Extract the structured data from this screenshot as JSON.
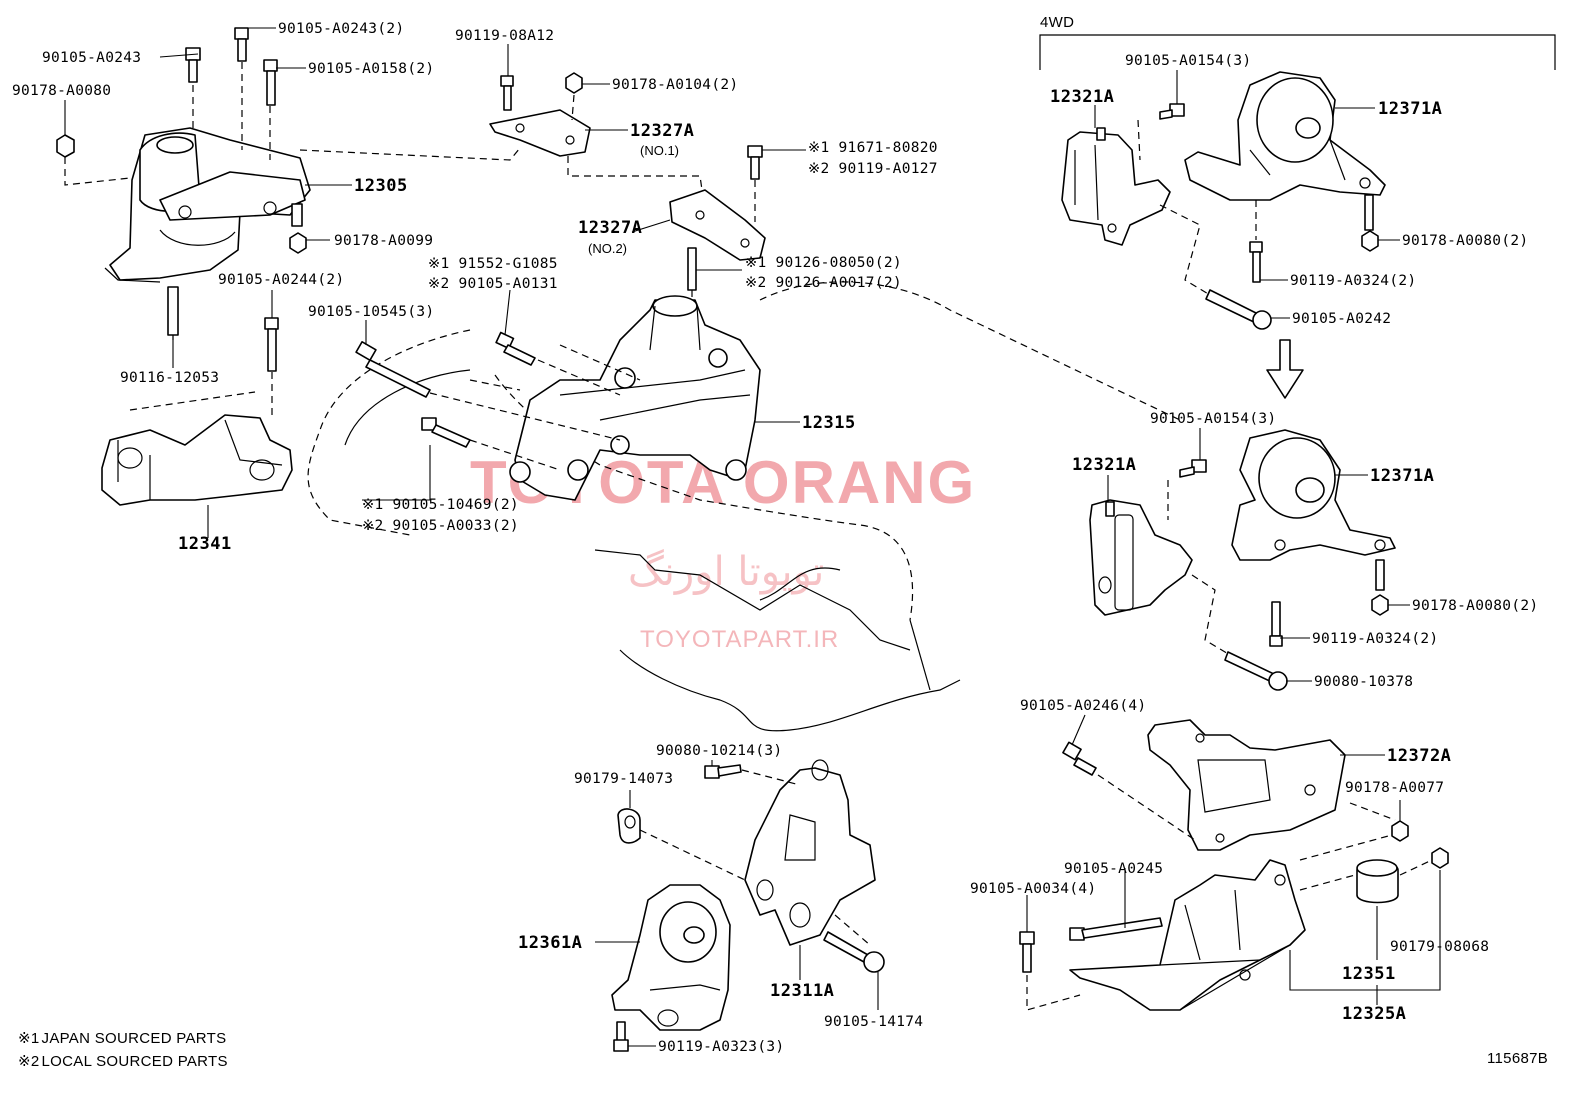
{
  "diagram": {
    "section_label": "4WD",
    "drawing_code": "115687B",
    "watermark": {
      "brand": "TOYOTA ORANG",
      "persian": "تویوتا اورنگ",
      "site": "TOYOTAPART.IR"
    },
    "notes": [
      {
        "mark": "※1",
        "text": "JAPAN SOURCED PARTS"
      },
      {
        "mark": "※2",
        "text": "LOCAL SOURCED PARTS"
      }
    ],
    "callouts": {
      "c01": "90105-A0243(2)",
      "c02": "90105-A0243",
      "c03": "90105-A0158(2)",
      "c04": "90178-A0080",
      "c05": "90119-08A12",
      "c06": "90178-A0104(2)",
      "c07": "12327A",
      "c07b": "(NO.1)",
      "c08": "12305",
      "c09": "※1 91671-80820",
      "c10": "※2 90119-A0127",
      "c11": "90178-A0099",
      "c12": "12327A",
      "c12b": "(NO.2)",
      "c13": "90105-A0244(2)",
      "c14": "※1 91552-G1085",
      "c15": "※2 90105-A0131",
      "c16": "※1 90126-08050(2)",
      "c17": "※2 90126-A0017(2)",
      "c18": "90105-10545(3)",
      "c19": "90116-12053",
      "c20": "12315",
      "c21": "12341",
      "c22": "※1 90105-10469(2)",
      "c23": "※2 90105-A0033(2)",
      "c24": "90105-A0154(3)",
      "c25": "12321A",
      "c26": "12371A",
      "c27": "90178-A0080(2)",
      "c28": "90119-A0324(2)",
      "c29": "90105-A0242",
      "c30": "90105-A0154(3)",
      "c31": "12321A",
      "c32": "12371A",
      "c33": "90178-A0080(2)",
      "c34": "90119-A0324(2)",
      "c35": "90080-10378",
      "c36": "90105-A0246(4)",
      "c37": "12372A",
      "c38": "90178-A0077",
      "c39": "90080-10214(3)",
      "c40": "90179-14073",
      "c41": "12361A",
      "c42": "12311A",
      "c43": "90105-14174",
      "c44": "90119-A0323(3)",
      "c45": "90105-A0245",
      "c46": "90105-A0034(4)",
      "c47": "90179-08068",
      "c48": "12351",
      "c49": "12325A"
    }
  }
}
